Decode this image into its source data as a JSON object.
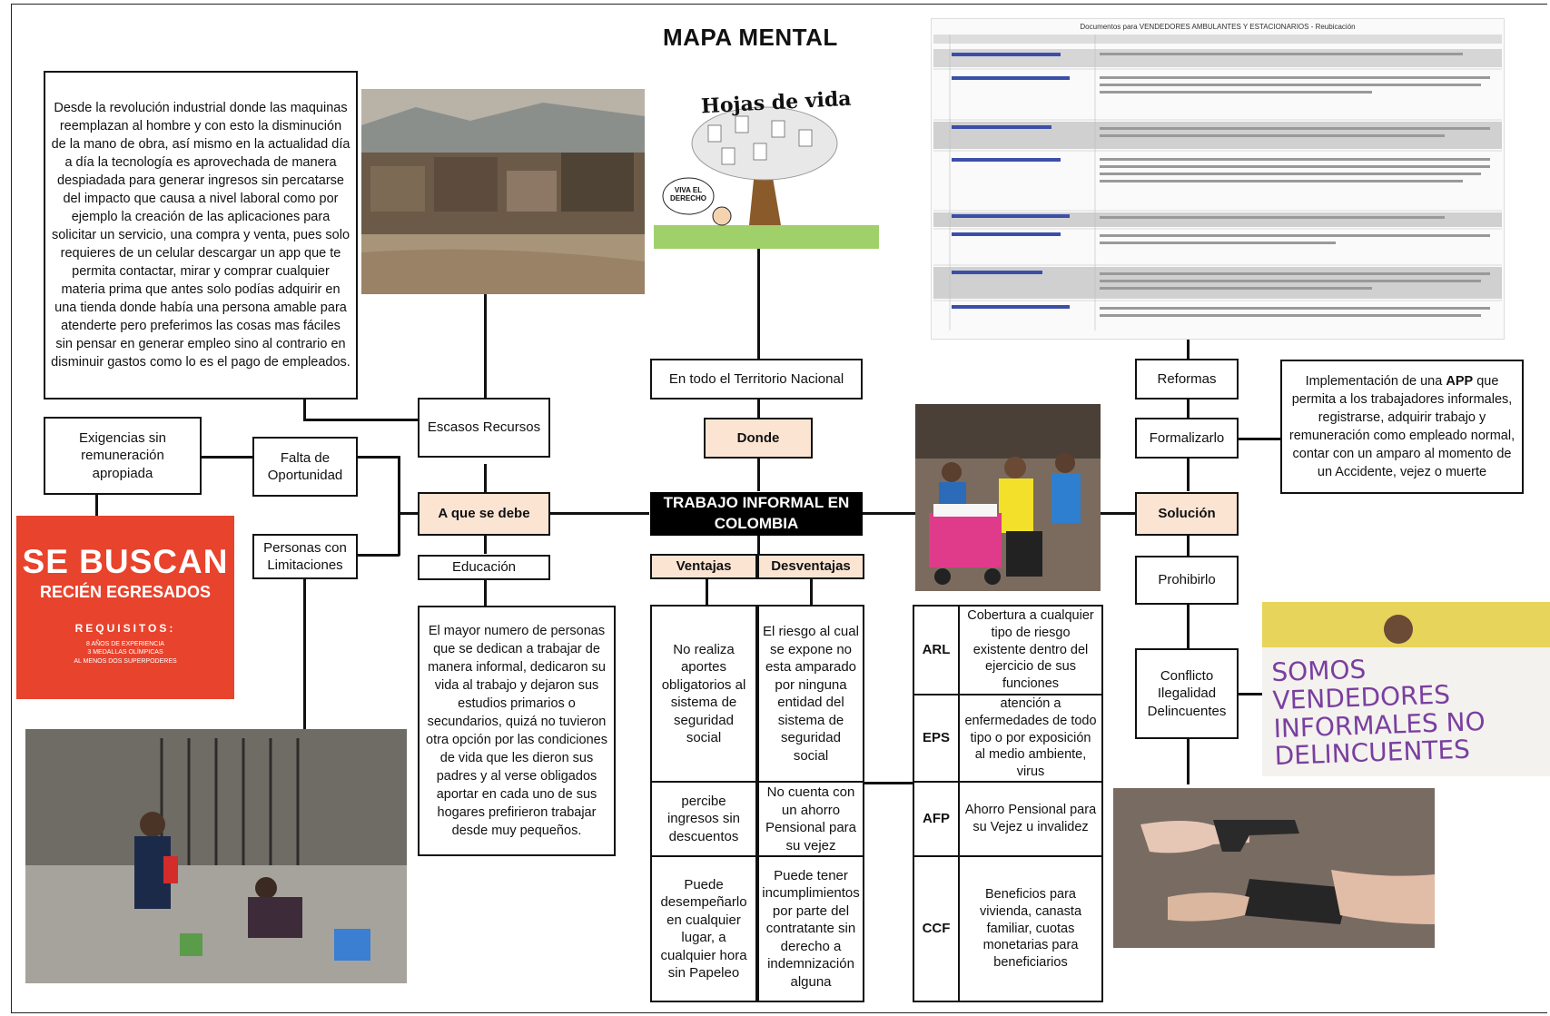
{
  "title": "MAPA MENTAL",
  "central": "TRABAJO INFORMAL EN COLOMBIA",
  "left": {
    "heading": "A que se debe",
    "escasos": "Escasos Recursos",
    "escasos_text": "Desde la revolución industrial donde las maquinas reemplazan al hombre y con esto la disminución de la mano de obra, así mismo en la actualidad día a día la tecnología es aprovechada de manera despiadada para generar ingresos sin percatarse del impacto que causa a nivel laboral como por ejemplo la creación de las aplicaciones para solicitar un servicio, una compra y venta, pues solo requieres de un celular descargar un app que te permita contactar, mirar y comprar cualquier materia prima que antes solo podías adquirir en una tienda donde había una persona amable para atenderte pero preferimos las cosas mas fáciles sin pensar en generar empleo sino al contrario en disminuir gastos como lo es el pago de empleados.",
    "falta": "Falta de Oportunidad",
    "exigencias": "Exigencias sin remuneración apropiada",
    "limitaciones": "Personas con Limitaciones",
    "educacion": "Educación",
    "educacion_text": "El mayor numero de personas que se dedican a trabajar de manera informal, dedicaron su vida al trabajo y dejaron sus estudios primarios o secundarios, quizá no tuvieron otra opción por las condiciones de vida que les dieron sus padres y al verse obligados aportar en cada uno de sus hogares prefirieron trabajar desde muy pequeños.",
    "poster_title": "SE BUSCAN",
    "poster_sub": "RECIÉN EGRESADOS",
    "poster_req": "REQUISITOS:",
    "poster_lines": [
      "8 AÑOS DE EXPERIENCIA",
      "3 MEDALLAS OLÍMPICAS",
      "AL MENOS DOS SUPERPODERES"
    ]
  },
  "center": {
    "territorio": "En todo el Territorio Nacional",
    "donde": "Donde",
    "ventajas": "Ventajas",
    "desventajas": "Desventajas",
    "ventajas_items": [
      "No realiza aportes obligatorios al sistema de seguridad social",
      "percibe ingresos sin descuentos",
      "Puede desempeñarlo en cualquier lugar, a cualquier hora sin Papeleo"
    ],
    "desventajas_items": [
      "El riesgo al cual se expone no esta amparado por ninguna entidad del sistema de seguridad social",
      "No cuenta con un ahorro Pensional para su vejez",
      "Puede tener incumplimientos por parte del contratante sin derecho a indemnización alguna"
    ],
    "cartoon_title": "Hojas de vida",
    "cartoon_bubble": "VIVA EL DERECHO"
  },
  "benefits": [
    {
      "label": "ARL",
      "text": "Cobertura a cualquier tipo de riesgo existente dentro del ejercicio de sus funciones"
    },
    {
      "label": "EPS",
      "text": "atención a enfermedades de todo tipo o por exposición al medio ambiente, virus"
    },
    {
      "label": "AFP",
      "text": "Ahorro Pensional para su Vejez u invalidez"
    },
    {
      "label": "CCF",
      "text": "Beneficios para vivienda, canasta familiar, cuotas monetarias para beneficiarios"
    }
  ],
  "right": {
    "solucion": "Solución",
    "reformas": "Reformas",
    "formalizarlo": "Formalizarlo",
    "formalizarlo_text_pre": "Implementación de una ",
    "formalizarlo_text_bold": "APP",
    "formalizarlo_text_post": " que permita a los trabajadores informales, registrarse, adquirir trabajo y remuneración como empleado normal, contar con un amparo al momento de un Accidente, vejez o muerte",
    "prohibirlo": "Prohibirlo",
    "conflicto": "Conflicto Ilegalidad Delincuentes",
    "sign_text": "SOMOS VENDEDORES INFORMALES NO DELINCUENTES",
    "doc_header": "Documentos para VENDEDORES AMBULANTES Y ESTACIONARIOS - Reubicación"
  },
  "colors": {
    "peach": "#fce4d3",
    "poster_red": "#e8432d",
    "black": "#000000"
  }
}
